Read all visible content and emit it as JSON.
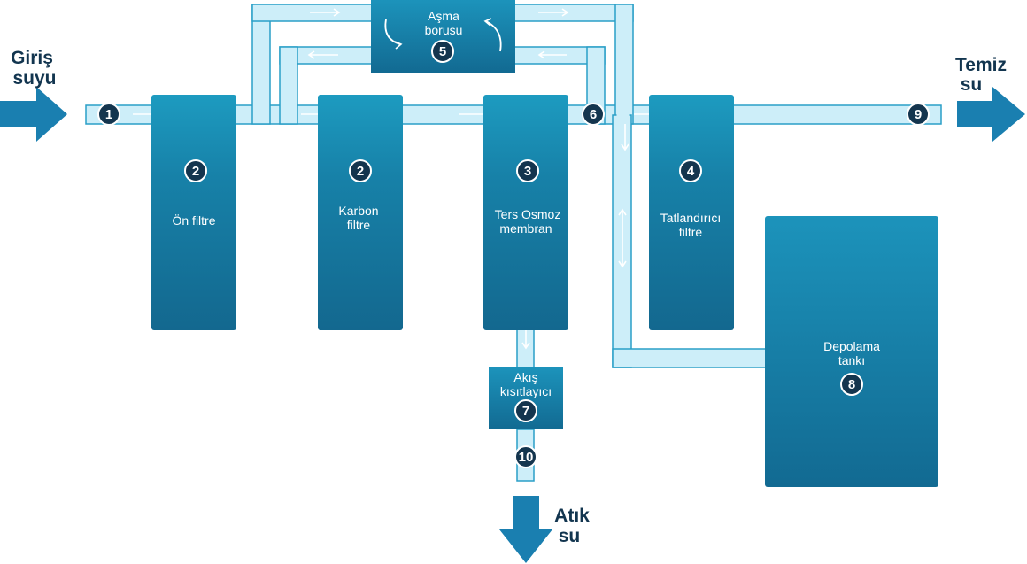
{
  "labels": {
    "inlet_line1": "Giriş",
    "inlet_line2": "suyu",
    "outlet_line1": "Temiz",
    "outlet_line2": "su",
    "waste_line1": "Atık",
    "waste_line2": "su"
  },
  "components": {
    "pre_filter": {
      "number": "2",
      "line1": "Ön filtre"
    },
    "carbon_filter": {
      "number": "2",
      "line1": "Karbon",
      "line2": "filtre"
    },
    "ro_membrane": {
      "number": "3",
      "line1": "Ters Osmoz",
      "line2": "membran"
    },
    "post_filter": {
      "number": "4",
      "line1": "Tatlandırıcı",
      "line2": "filtre"
    },
    "overflow_pipe": {
      "number": "5",
      "line1": "Aşma",
      "line2": "borusu"
    },
    "flow_restrictor": {
      "number": "7",
      "line1": "Akış",
      "line2": "kısıtlayıcı"
    },
    "storage_tank": {
      "number": "8",
      "line1": "Depolama",
      "line2": "tankı"
    }
  },
  "points": {
    "inlet": "1",
    "junction": "6",
    "outlet": "9",
    "drain": "10"
  },
  "colors": {
    "pipe_fill": "#cdeef9",
    "pipe_stroke": "#2a9fc7",
    "tank_top": "#1d9bc0",
    "tank_bottom": "#13688f",
    "big_arrow": "#1a7fb0",
    "badge": "#14354e",
    "text_dark": "#12354f"
  }
}
